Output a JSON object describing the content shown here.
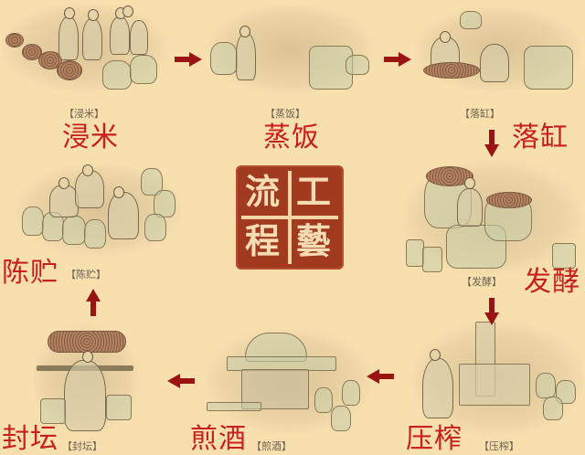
{
  "title": "工藝流程",
  "seal": {
    "chars": [
      "工",
      "藝",
      "流",
      "程"
    ],
    "color": "#a23a20"
  },
  "colors": {
    "background": "#f8dfae",
    "label_red": "#c8201b",
    "arrow": "#9b1414",
    "caption": "#6d6252"
  },
  "steps": [
    {
      "order": 1,
      "name": "浸米",
      "caption": "【浸米】"
    },
    {
      "order": 2,
      "name": "蒸饭",
      "caption": "【蒸饭】"
    },
    {
      "order": 3,
      "name": "落缸",
      "caption": "【落缸】"
    },
    {
      "order": 4,
      "name": "发酵",
      "caption": "【发酵】"
    },
    {
      "order": 5,
      "name": "压榨",
      "caption": "【压榨】"
    },
    {
      "order": 6,
      "name": "煎酒",
      "caption": "【煎酒】"
    },
    {
      "order": 7,
      "name": "封坛",
      "caption": "【封坛】"
    },
    {
      "order": 8,
      "name": "陈贮",
      "caption": "【陈贮】"
    }
  ],
  "arrows": [
    {
      "from": "浸米",
      "to": "蒸饭",
      "direction": "right"
    },
    {
      "from": "蒸饭",
      "to": "落缸",
      "direction": "right"
    },
    {
      "from": "落缸",
      "to": "发酵",
      "direction": "down"
    },
    {
      "from": "发酵",
      "to": "压榨",
      "direction": "down"
    },
    {
      "from": "压榨",
      "to": "煎酒",
      "direction": "left"
    },
    {
      "from": "煎酒",
      "to": "封坛",
      "direction": "left"
    },
    {
      "from": "封坛",
      "to": "陈贮",
      "direction": "up"
    }
  ]
}
